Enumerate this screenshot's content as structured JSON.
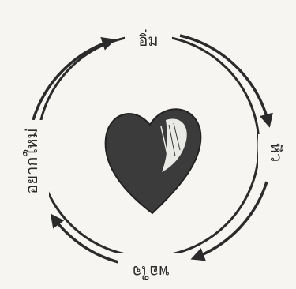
{
  "diagram": {
    "labels": {
      "top": "อิ่ม",
      "right": "หิว",
      "bottom": "พอใจ",
      "left": "อยากใหม่"
    },
    "colors": {
      "ink": "#2b2b2b",
      "paper": "#f6f5f2",
      "heart": "#3b3b3b"
    },
    "icons": {
      "center": "heart-icon"
    }
  }
}
